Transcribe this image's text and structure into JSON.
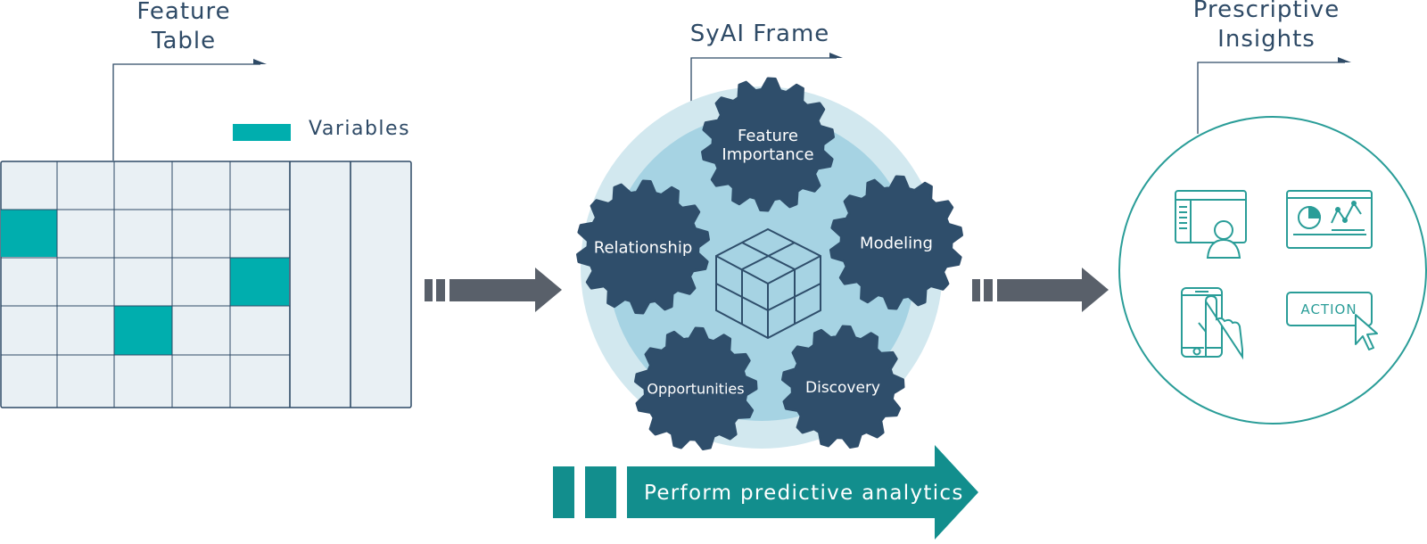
{
  "feature_table": {
    "title_line1": "Feature",
    "title_line2": "Table",
    "legend_label": "Variables"
  },
  "syai_frame": {
    "title": "SyAI Frame",
    "gears": {
      "feature_importance_line1": "Feature",
      "feature_importance_line2": "Importance",
      "relationship": "Relationship",
      "modeling": "Modeling",
      "opportunities": "Opportunities",
      "discovery": "Discovery"
    }
  },
  "insights": {
    "title_line1": "Prescriptive",
    "title_line2": "Insights",
    "action_label": "ACTION"
  },
  "banner": {
    "text": "Perform predictive analytics"
  },
  "colors": {
    "navy": "#2e4a66",
    "gear": "#2f4e6b",
    "teal": "#00aeae",
    "teal_dark": "#128e8d",
    "outline_teal": "#2a9d98",
    "circle_outer": "#d2e8ef",
    "circle_inner": "#a6d3e3",
    "grid_bg": "#e9f0f4",
    "arrow_gray": "#59606a"
  }
}
